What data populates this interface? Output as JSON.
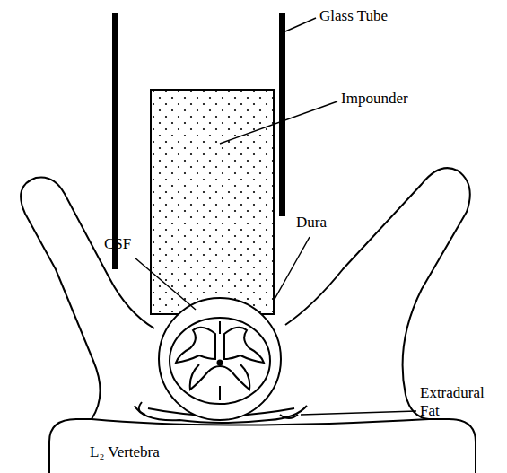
{
  "diagram": {
    "labels": [
      "Glass Tube",
      "Impounder",
      "CSF",
      "Dura",
      "Extradural Fat",
      "L₂ Vertebra"
    ]
  }
}
